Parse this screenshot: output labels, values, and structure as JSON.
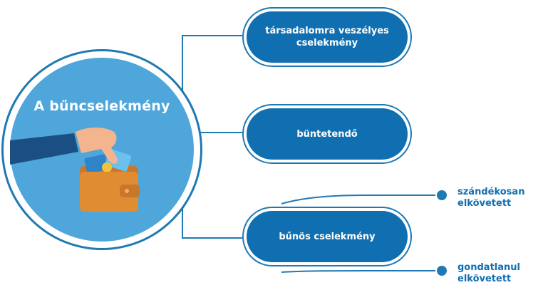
{
  "center": {
    "title": "A bűncselekmény",
    "illustration": "hand-taking-card-from-wallet"
  },
  "branches": [
    {
      "label": "társadalomra veszélyes cselekmény"
    },
    {
      "label": "büntetendő"
    },
    {
      "label": "bűnös cselekmény"
    }
  ],
  "sub_branches": [
    {
      "label": "szándékosan\nelkövetett"
    },
    {
      "label": "gondatlanul\nelkövetett"
    }
  ],
  "colors": {
    "primary": "#0f6fb0",
    "circle": "#4fa6da",
    "outline": "#1f79b3",
    "wallet": "#e08c33"
  }
}
